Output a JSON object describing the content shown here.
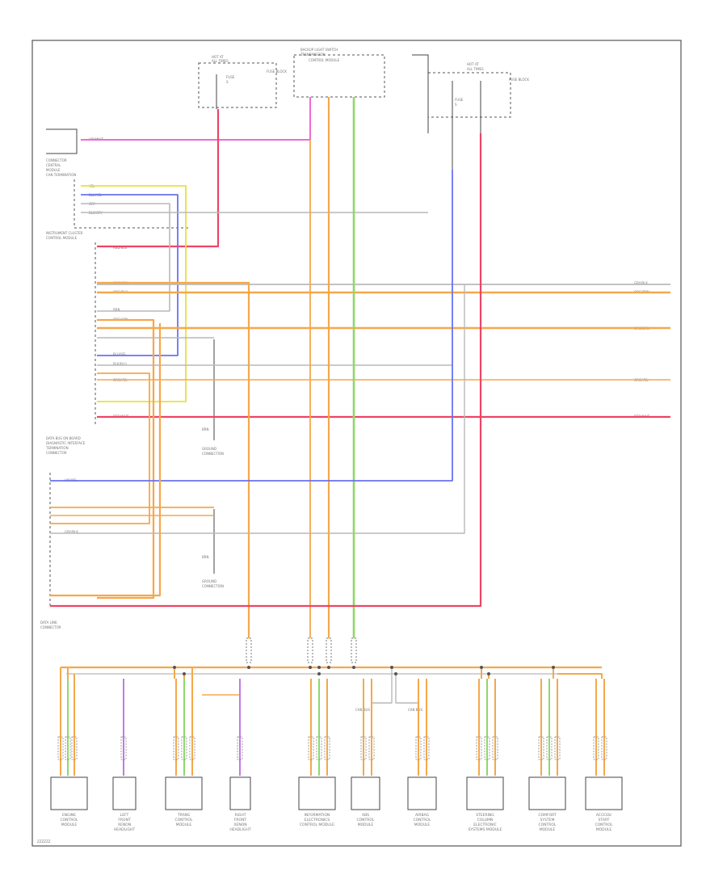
{
  "colors": {
    "pink": "#f06ad9",
    "red": "#ee4466",
    "orange": "#f5a84b",
    "yellow": "#e8e23a",
    "blue": "#6a72f0",
    "green": "#8fd86a",
    "gray": "#b9b9b9",
    "violet": "#c07ae0",
    "frame": "#555555"
  },
  "footer_code": "ZZZZZZ",
  "top_modules": [
    {
      "title": "HOT AT",
      "subtitle": "ALL TIMES",
      "fuse_a": "FUSE",
      "fuse_b": "S",
      "fuse_note": "FUSE BLOCK"
    },
    {
      "title": "BACKUP LIGHT SWITCH",
      "subtitle": "TRANSMISSION",
      "note": "CONTROL MODULE"
    },
    {
      "title": "HOT AT",
      "subtitle": "ALL TIMES",
      "fuse_a": "FUSE",
      "fuse_b": "S",
      "fuse_note": "FUSE BLOCK"
    }
  ],
  "left_modules": [
    {
      "title": "CONNECTOR",
      "lines": [
        "CENTRAL",
        "MODULE",
        "CAN TERMINATION"
      ]
    },
    {
      "title": "INSTRUMENT CLUSTER",
      "lines": [
        "CONTROL MODULE"
      ]
    },
    {
      "title": "DATA BUS ON BOARD",
      "lines": [
        "DIAGNOSTIC INTERFACE",
        "TERMINATION",
        "CONNECTOR"
      ]
    },
    {
      "title": "DATA LINK",
      "lines": [
        "CONNECTOR"
      ]
    }
  ],
  "ground_labels": [
    {
      "id": "G1",
      "label": "BRN",
      "lines": [
        "GROUND",
        "CONNECTION"
      ]
    },
    {
      "id": "G2",
      "label": "BRN",
      "lines": [
        "GROUND",
        "CONNECTION"
      ]
    }
  ],
  "wire_labels": {
    "pink_top": "VIO/WHT",
    "yel": "YEL",
    "blu_yel": "BLU/YEL",
    "gry": "GRY",
    "blk_gry": "BLK/GRY",
    "red_blk": "RED/BLK",
    "org_brn": "ORG/BRN",
    "org_blk": "ORG/BLK",
    "brn": "BRN",
    "org_gry": "ORG/GRY",
    "blu_yel2": "BLU/YEL",
    "blk_blu": "BLK/BLU",
    "org_yel": "ORG/YEL",
    "red_wht": "RED/WHT",
    "vio_yel": "VIO/YEL",
    "gry_blk": "GRY/BLK"
  },
  "right_edge_labels": [
    "GRY/BLK",
    "ORG/BRN",
    "ORG/BRN",
    "ORG/YEL",
    "RED/WHT"
  ],
  "bottom_modules": [
    {
      "lines": [
        "ENGINE",
        "CONTROL",
        "MODULE"
      ]
    },
    {
      "lines": [
        "LEFT",
        "FRONT",
        "XENON",
        "HEADLIGHT"
      ]
    },
    {
      "lines": [
        "TRANS",
        "CONTROL",
        "MODULE"
      ]
    },
    {
      "lines": [
        "RIGHT",
        "FRONT",
        "XENON",
        "HEADLIGHT"
      ]
    },
    {
      "lines": [
        "INFORMATION",
        "ELECTRONICS",
        "CONTROL MODULE"
      ]
    },
    {
      "lines": [
        "ABS",
        "CONTROL",
        "MODULE"
      ]
    },
    {
      "lines": [
        "AIRBAG",
        "CONTROL",
        "MODULE"
      ]
    },
    {
      "lines": [
        "STEERING",
        "COLUMN",
        "ELECTRONIC",
        "SYSTEMS MODULE"
      ]
    },
    {
      "lines": [
        "COMFORT",
        "SYSTEM",
        "CONTROL",
        "MODULE"
      ]
    },
    {
      "lines": [
        "ACCESS/",
        "START",
        "CONTROL",
        "MODULE"
      ]
    }
  ],
  "splice_labels": [
    "CAN BUS",
    "CAN BUS"
  ]
}
